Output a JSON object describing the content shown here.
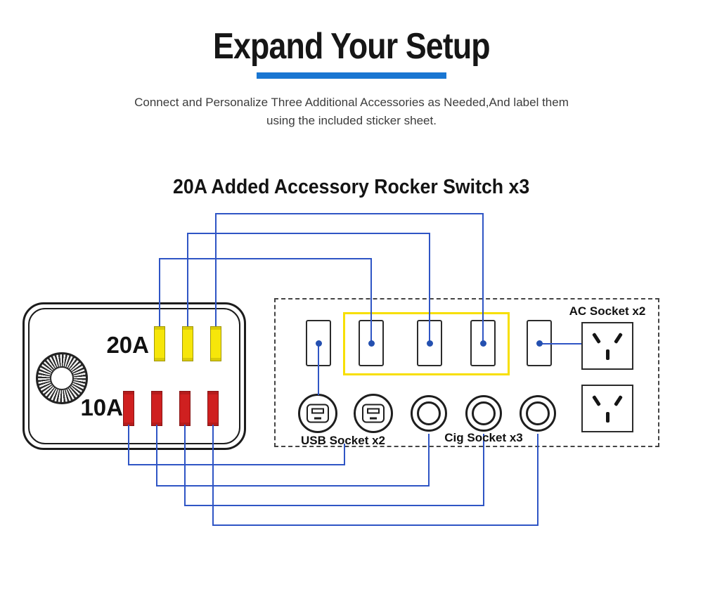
{
  "header": {
    "title": "Expand Your Setup",
    "underline_color": "#1976d2",
    "subtitle_line1": "Connect and Personalize Three Additional Accessories as Needed,And label them",
    "subtitle_line2": "using the included sticker sheet."
  },
  "diagram": {
    "heading": "20A Added Accessory Rocker Switch x3",
    "fuse_box": {
      "yellow_label": "20A",
      "red_label": "10A",
      "yellow_fuse_count": 3,
      "red_fuse_count": 4,
      "yellow_fuse_color": "#f6e60a",
      "red_fuse_color": "#cf2020"
    },
    "panel": {
      "rocker_switch_count": 5,
      "highlighted_switch_count": 3,
      "highlight_color": "#f7df00",
      "switch_dot_color": "#2450b0",
      "ac_socket_label": "AC Socket x2",
      "usb_socket_label": "USB Socket x2",
      "cig_socket_label": "Cig Socket x3",
      "ac_socket_count": 2,
      "usb_socket_count": 2,
      "cig_socket_count": 3
    },
    "wire_color": "#2f55c5"
  }
}
